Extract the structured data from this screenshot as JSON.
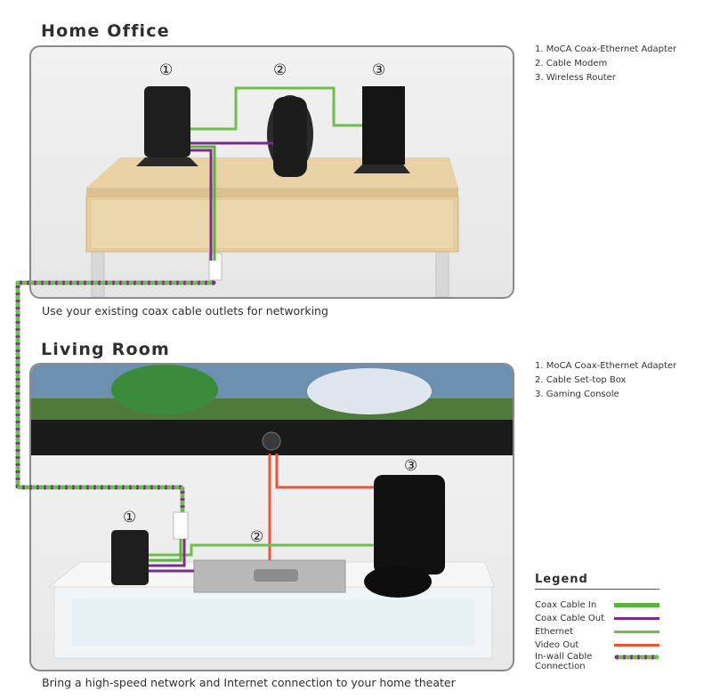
{
  "home_office": {
    "title": "Home Office",
    "caption": "Use your existing coax cable outlets for networking",
    "devices": [
      "1. MoCA Coax-Ethernet Adapter",
      "2. Cable Modem",
      "3. Wireless Router"
    ],
    "markers": [
      "①",
      "②",
      "③"
    ]
  },
  "living_room": {
    "title": "Living Room",
    "caption": "Bring a high-speed network and Internet connection to your home theater",
    "devices": [
      "1. MoCA Coax-Ethernet Adapter",
      "2. Cable Set-top Box",
      "3. Gaming Console"
    ],
    "markers": [
      "①",
      "②",
      "③"
    ]
  },
  "legend": {
    "title": "Legend",
    "items": [
      {
        "label": "Coax Cable In",
        "color": "#5cb23f",
        "style": "thick"
      },
      {
        "label": "Coax Cable Out",
        "color": "#7b2d8e",
        "style": "solid"
      },
      {
        "label": "Ethernet",
        "color": "#6cc04a",
        "style": "solid"
      },
      {
        "label": "Video Out",
        "color": "#e8553a",
        "style": "solid"
      },
      {
        "label": "In-wall Cable Connection",
        "color": "#7b2d8e",
        "style": "dotted"
      }
    ]
  },
  "colors": {
    "coax_in": "#5cb23f",
    "coax_out": "#7b2d8e",
    "ethernet": "#6cc04a",
    "video_out": "#e8553a",
    "inwall_accent": "#6cc04a"
  }
}
